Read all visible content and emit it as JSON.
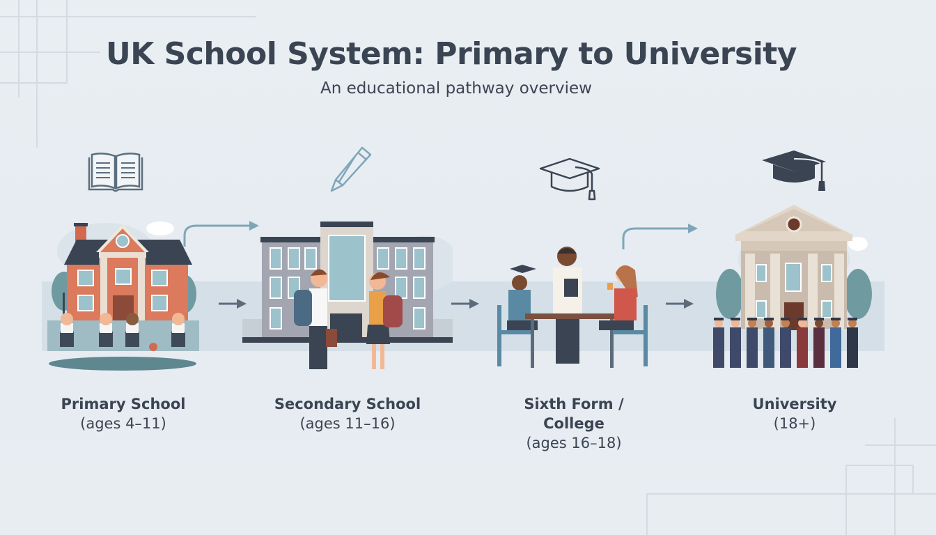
{
  "header": {
    "title": "UK School System: Primary to University",
    "subtitle": "An educational pathway overview"
  },
  "stages": [
    {
      "name": "Primary School",
      "ages": "(ages 4–11)",
      "icon": "open-book-icon",
      "illustration": "primary-school-building-with-children"
    },
    {
      "name": "Secondary School",
      "ages": "(ages 11–16)",
      "icon": "pencil-icon",
      "illustration": "secondary-school-building-with-teens"
    },
    {
      "name_line1": "Sixth Form /",
      "name_line2": "College",
      "ages": "(ages 16–18)",
      "icon": "graduation-cap-outline-icon",
      "illustration": "students-at-study-table"
    },
    {
      "name": "University",
      "ages": "(18+)",
      "icon": "graduation-cap-filled-icon",
      "illustration": "university-building-with-graduates"
    }
  ],
  "colors": {
    "background": "#e8edf2",
    "text": "#3a4452",
    "accent_arrow": "#7fa6b8",
    "dark_arrow": "#5b6b7c",
    "band": "#d4dfe7"
  }
}
